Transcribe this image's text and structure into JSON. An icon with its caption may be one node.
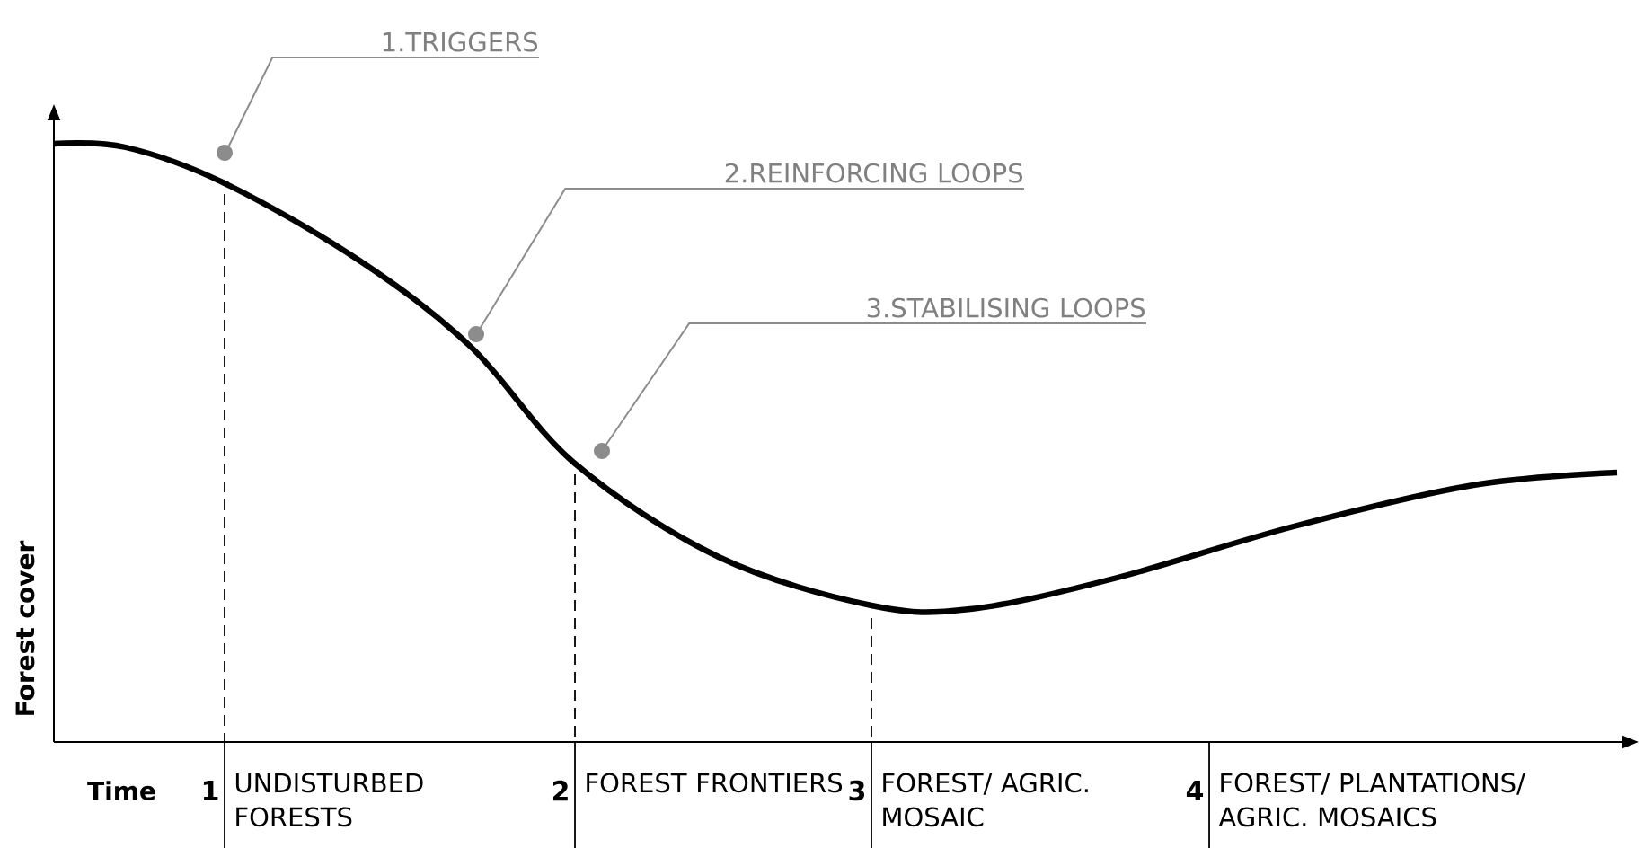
{
  "diagram": {
    "nodes": [
      {
        "text": [
          "1.TRIGGERS"
        ]
      },
      {
        "text": [
          "2.REINFORCING LOOPS"
        ]
      },
      {
        "text": [
          "3.STABILISING LOOPS"
        ]
      },
      {
        "text": [],
        "shape": "circle"
      },
      {
        "text": [],
        "shape": "circle"
      },
      {
        "text": [],
        "shape": "circle"
      }
    ],
    "edges": [
      {
        "from": 0,
        "to": 3,
        "arrow": "none"
      },
      {
        "from": 1,
        "to": 4,
        "arrow": "none"
      },
      {
        "from": 2,
        "to": 5,
        "arrow": "none"
      }
    ],
    "labels": [
      "Forest cover",
      "Time",
      "1",
      "UNDISTURBED FORESTS",
      "2",
      "FOREST FRONTIERS",
      "3",
      "FOREST/ AGRIC. MOSAIC",
      "4",
      "FOREST/ PLANTATIONS/ AGRIC. MOSAICS"
    ]
  }
}
